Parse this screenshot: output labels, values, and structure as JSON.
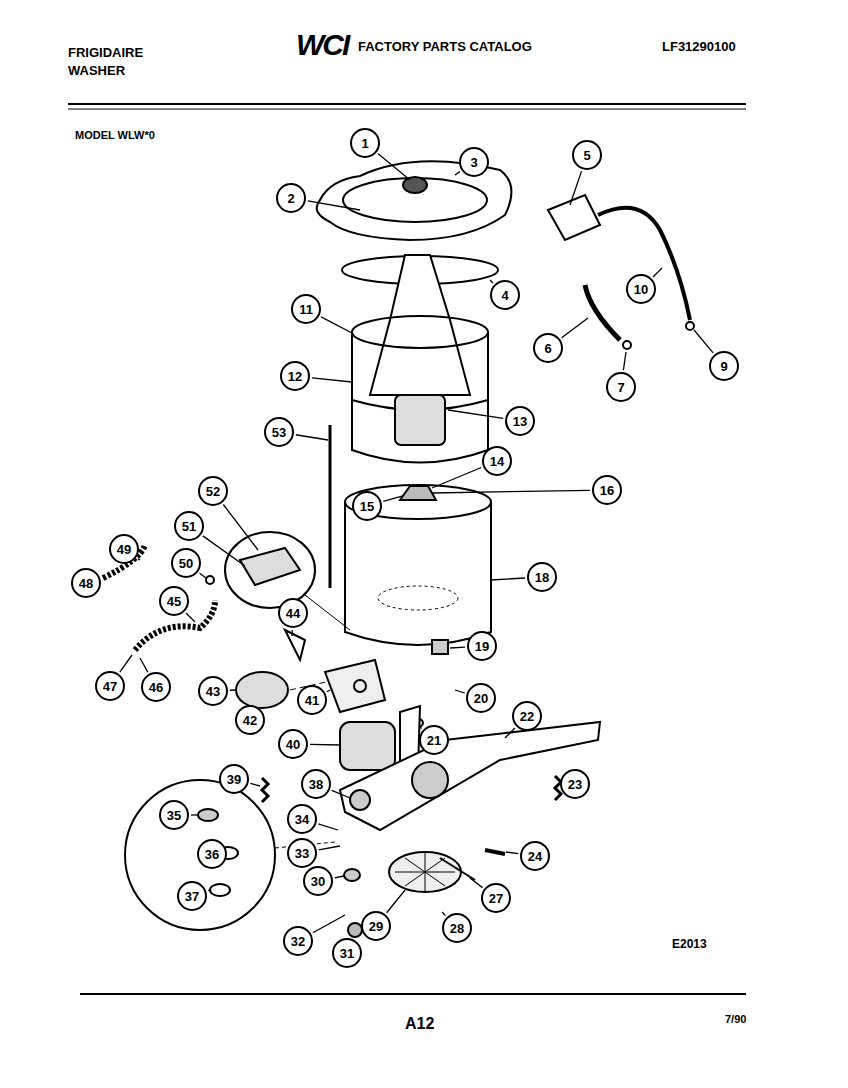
{
  "diagram": {
    "title": "FACTORY PARTS CATALOG",
    "nodes": [
      {
        "text": [
          "1"
        ]
      },
      {
        "text": [
          "2"
        ]
      },
      {
        "text": [
          "3"
        ]
      },
      {
        "text": [
          "4"
        ]
      },
      {
        "text": [
          "5"
        ]
      },
      {
        "text": [
          "6"
        ]
      },
      {
        "text": [
          "7"
        ]
      },
      {
        "text": [
          "9"
        ]
      },
      {
        "text": [
          "10"
        ]
      },
      {
        "text": [
          "11"
        ]
      },
      {
        "text": [
          "12"
        ]
      },
      {
        "text": [
          "13"
        ]
      },
      {
        "text": [
          "14"
        ]
      },
      {
        "text": [
          "15"
        ]
      },
      {
        "text": [
          "16"
        ]
      },
      {
        "text": [
          "18"
        ]
      },
      {
        "text": [
          "19"
        ]
      },
      {
        "text": [
          "20"
        ]
      },
      {
        "text": [
          "21"
        ]
      },
      {
        "text": [
          "22"
        ]
      },
      {
        "text": [
          "23"
        ]
      },
      {
        "text": [
          "24"
        ]
      },
      {
        "text": [
          "27"
        ]
      },
      {
        "text": [
          "28"
        ]
      },
      {
        "text": [
          "29"
        ]
      },
      {
        "text": [
          "30"
        ]
      },
      {
        "text": [
          "31"
        ]
      },
      {
        "text": [
          "32"
        ]
      },
      {
        "text": [
          "33"
        ]
      },
      {
        "text": [
          "34"
        ]
      },
      {
        "text": [
          "35"
        ]
      },
      {
        "text": [
          "36"
        ]
      },
      {
        "text": [
          "37"
        ]
      },
      {
        "text": [
          "38"
        ]
      },
      {
        "text": [
          "39"
        ]
      },
      {
        "text": [
          "40"
        ]
      },
      {
        "text": [
          "41"
        ]
      },
      {
        "text": [
          "42"
        ]
      },
      {
        "text": [
          "43"
        ]
      },
      {
        "text": [
          "44"
        ]
      },
      {
        "text": [
          "45"
        ]
      },
      {
        "text": [
          "46"
        ]
      },
      {
        "text": [
          "47"
        ]
      },
      {
        "text": [
          "48"
        ]
      },
      {
        "text": [
          "49"
        ]
      },
      {
        "text": [
          "50"
        ]
      },
      {
        "text": [
          "51"
        ]
      },
      {
        "text": [
          "52"
        ]
      },
      {
        "text": [
          "53"
        ]
      }
    ],
    "edges": [],
    "labels": [
      "FRIGIDAIRE",
      "WASHER",
      "WCI",
      "LF31290100",
      "MODEL WLW*0",
      "E2013",
      "A12",
      "7/90"
    ]
  }
}
